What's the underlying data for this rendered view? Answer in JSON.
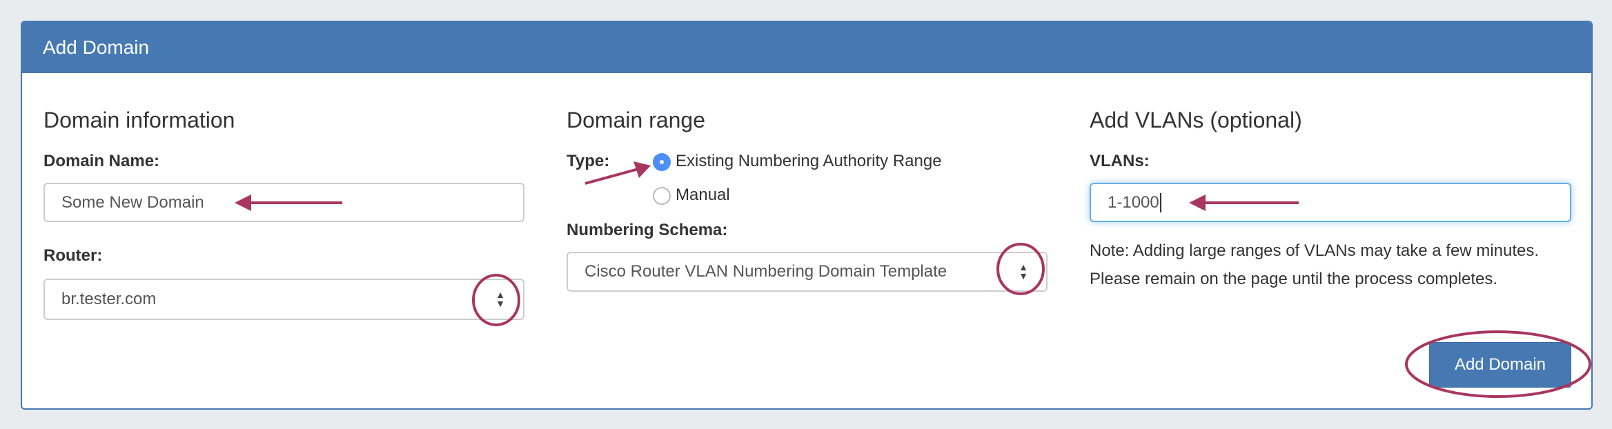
{
  "panel": {
    "title": "Add Domain"
  },
  "domain_info": {
    "heading": "Domain information",
    "name_label": "Domain Name:",
    "name_value": "Some New Domain",
    "router_label": "Router:",
    "router_value": "br.tester.com"
  },
  "domain_range": {
    "heading": "Domain range",
    "type_label": "Type:",
    "options": [
      {
        "label": "Existing Numbering Authority Range",
        "selected": true
      },
      {
        "label": "Manual",
        "selected": false
      }
    ],
    "schema_label": "Numbering Schema:",
    "schema_value": "Cisco Router VLAN Numbering Domain Template"
  },
  "vlans": {
    "heading": "Add VLANs (optional)",
    "label": "VLANs:",
    "value": "1-1000",
    "note": "Note: Adding large ranges of VLANs may take a few minutes. Please remain on the page until the process completes."
  },
  "submit_label": "Add Domain",
  "colors": {
    "header": "#4679b2",
    "annotation": "#a8365f",
    "radio": "#4d8ef7"
  }
}
